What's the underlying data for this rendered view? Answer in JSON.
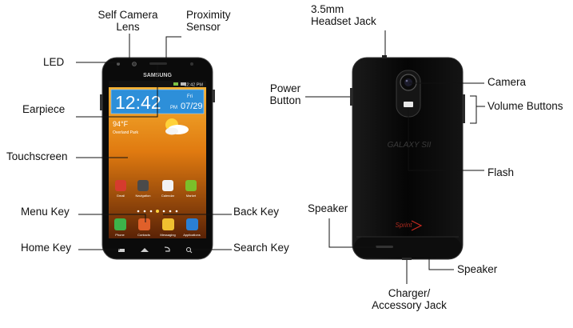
{
  "diagram": {
    "front_labels": {
      "self_camera_lens": "Self Camera\nLens",
      "proximity_sensor": "Proximity\nSensor",
      "led": "LED",
      "earpiece": "Earpiece",
      "touchscreen": "Touchscreen",
      "menu_key": "Menu Key",
      "back_key": "Back Key",
      "home_key": "Home Key",
      "search_key": "Search Key"
    },
    "back_labels": {
      "headset_jack": "3.5mm\nHeadset Jack",
      "power_button": "Power\nButton",
      "camera": "Camera",
      "volume_buttons": "Volume Buttons",
      "flash": "Flash",
      "speaker_left": "Speaker",
      "speaker_bottom": "Speaker",
      "charger_jack": "Charger/\nAccessory Jack"
    }
  },
  "front_phone": {
    "brand": "SAMSUNG",
    "status_time": "12:42 PM",
    "clock_time": "12:42",
    "clock_ampm": "PM",
    "clock_day": "Fri",
    "clock_date": "07/29",
    "weather_temp": "94°F",
    "weather_location": "Overland Park",
    "app_labels": [
      "Gmail",
      "Navigation",
      "Calendar",
      "Market"
    ],
    "dock_labels": [
      "Phone",
      "Contacts",
      "Messaging",
      "Applications"
    ],
    "colors": {
      "wallpaper_top": "#f2a31b",
      "wallpaper_bottom": "#6a2a05",
      "clock_bg": "#2f8fd8",
      "body": "#0a0a0a"
    }
  },
  "back_phone": {
    "model_logo": "GALAXY SII",
    "carrier_logo": "Sprint",
    "colors": {
      "body": "#060606",
      "accent": "#e0261d"
    }
  }
}
